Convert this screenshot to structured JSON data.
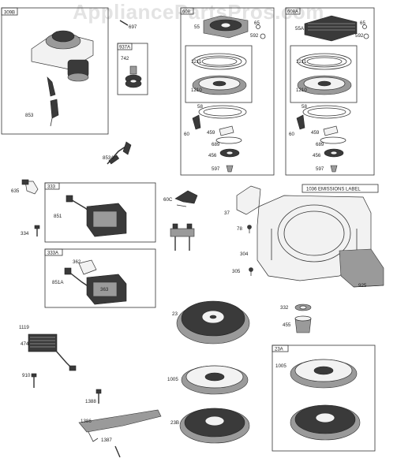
{
  "watermark": "AppliancePartsPros.com",
  "boxes": {
    "b309B": "309B",
    "b937A": "937A",
    "b608": "608",
    "b608A": "608A",
    "b333": "333",
    "b333A": "333A",
    "b23A": "23A",
    "emissions": "1036 EMISSIONS LABEL"
  },
  "parts": {
    "p853": "853",
    "p697": "697",
    "p742": "742",
    "p55": "55",
    "p65a": "65",
    "p592a": "592",
    "p1211a": "1211",
    "p1210a": "1210",
    "p58a": "58",
    "p60a": "60",
    "p459a": "459",
    "p689a": "689",
    "p456a": "456",
    "p597a": "597",
    "p55A": "55A",
    "p65b": "65",
    "p592b": "592",
    "p1211b": "1211",
    "p1210b": "1210",
    "p58b": "58",
    "p60b": "60",
    "p459b": "459",
    "p689b": "689",
    "p456b": "456",
    "p597b": "597",
    "p853A": "853A",
    "p635": "635",
    "p851": "851",
    "p334": "334",
    "p362": "362",
    "p851A": "851A",
    "p363": "363",
    "p60C": "60C",
    "p37": "37",
    "p78": "78",
    "p304": "304",
    "p305": "305",
    "p925": "925",
    "p332": "332",
    "p455": "455",
    "p23": "23",
    "p1119": "1119",
    "p474": "474",
    "p910": "910",
    "p1005a": "1005",
    "p23B": "23B",
    "p1005b": "1005",
    "p1388": "1388",
    "p1386": "1386",
    "p1387": "1387"
  }
}
